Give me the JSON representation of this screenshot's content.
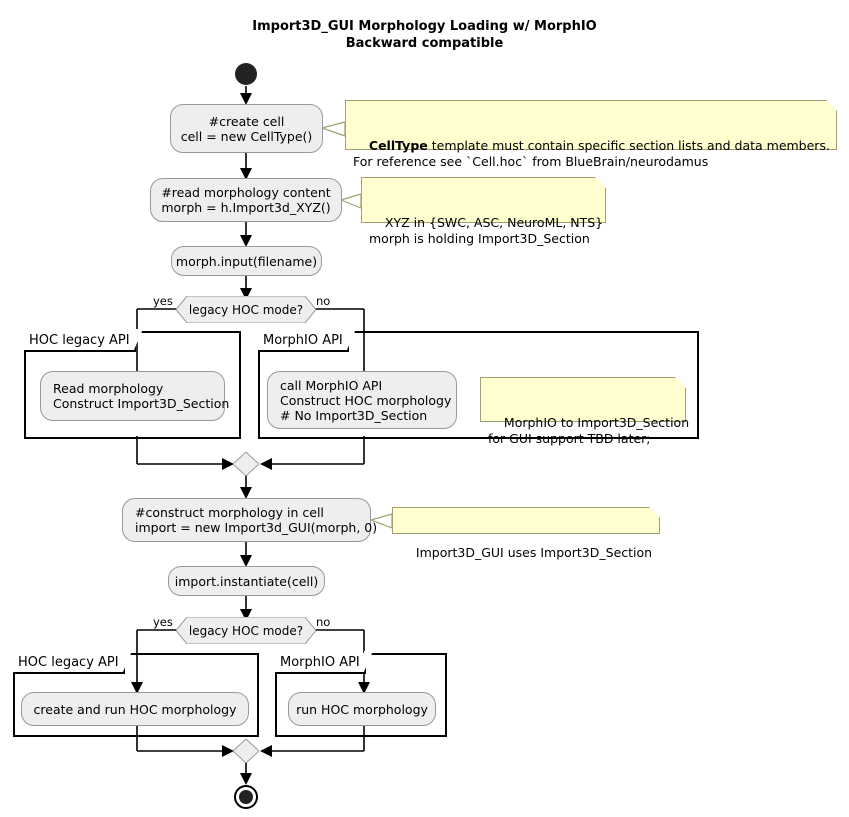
{
  "diagram": {
    "title_line1": "Import3D_GUI Morphology Loading w/ MorphIO",
    "title_line2": "Backward compatible",
    "colors": {
      "activity_fill": "#EEEEEE",
      "activity_border": "#999999",
      "note_fill": "#FEFECE",
      "note_border": "#A0A070",
      "line": "#000000",
      "background": "#FFFFFF"
    },
    "start_node": "start-circle",
    "end_node": "end-circle"
  },
  "activities": {
    "create_cell": "#create cell\ncell = new CellType()",
    "read_morph": "#read morphology content\nmorph = h.Import3d_XYZ()",
    "morph_input": "morph.input(filename)",
    "read_construct": "Read morphology\nConstruct Import3D_Section",
    "call_morphio": "call MorphIO API\nConstruct HOC morphology\n# No Import3D_Section",
    "construct_in_cell": "#construct morphology in cell\nimport = new Import3d_GUI(morph, 0)",
    "instantiate": "import.instantiate(cell)",
    "create_run_hoc": "create and run HOC morphology",
    "run_hoc": "run HOC morphology"
  },
  "notes": {
    "celltype_strong": "CellType",
    "celltype_rest": " template must contain specific section lists and data members.",
    "celltype_line2": "For reference see `Cell.hoc` from BlueBrain/neurodamus",
    "xyz": "XYZ in {SWC, ASC, NeuroML, NTS}\nmorph is holding Import3D_Section",
    "morphio_tbd": "MorphIO to Import3D_Section\nfor GUI support TBD later;",
    "gui_uses": "Import3D_GUI uses Import3D_Section"
  },
  "decisions": {
    "d1": {
      "text": "legacy HOC mode?",
      "yes": "yes",
      "no": "no"
    },
    "d2": {
      "text": "legacy HOC mode?",
      "yes": "yes",
      "no": "no"
    }
  },
  "partitions": {
    "top_left": "HOC legacy API",
    "top_right": "MorphIO API",
    "bottom_left": "HOC legacy API",
    "bottom_right": "MorphIO API"
  }
}
